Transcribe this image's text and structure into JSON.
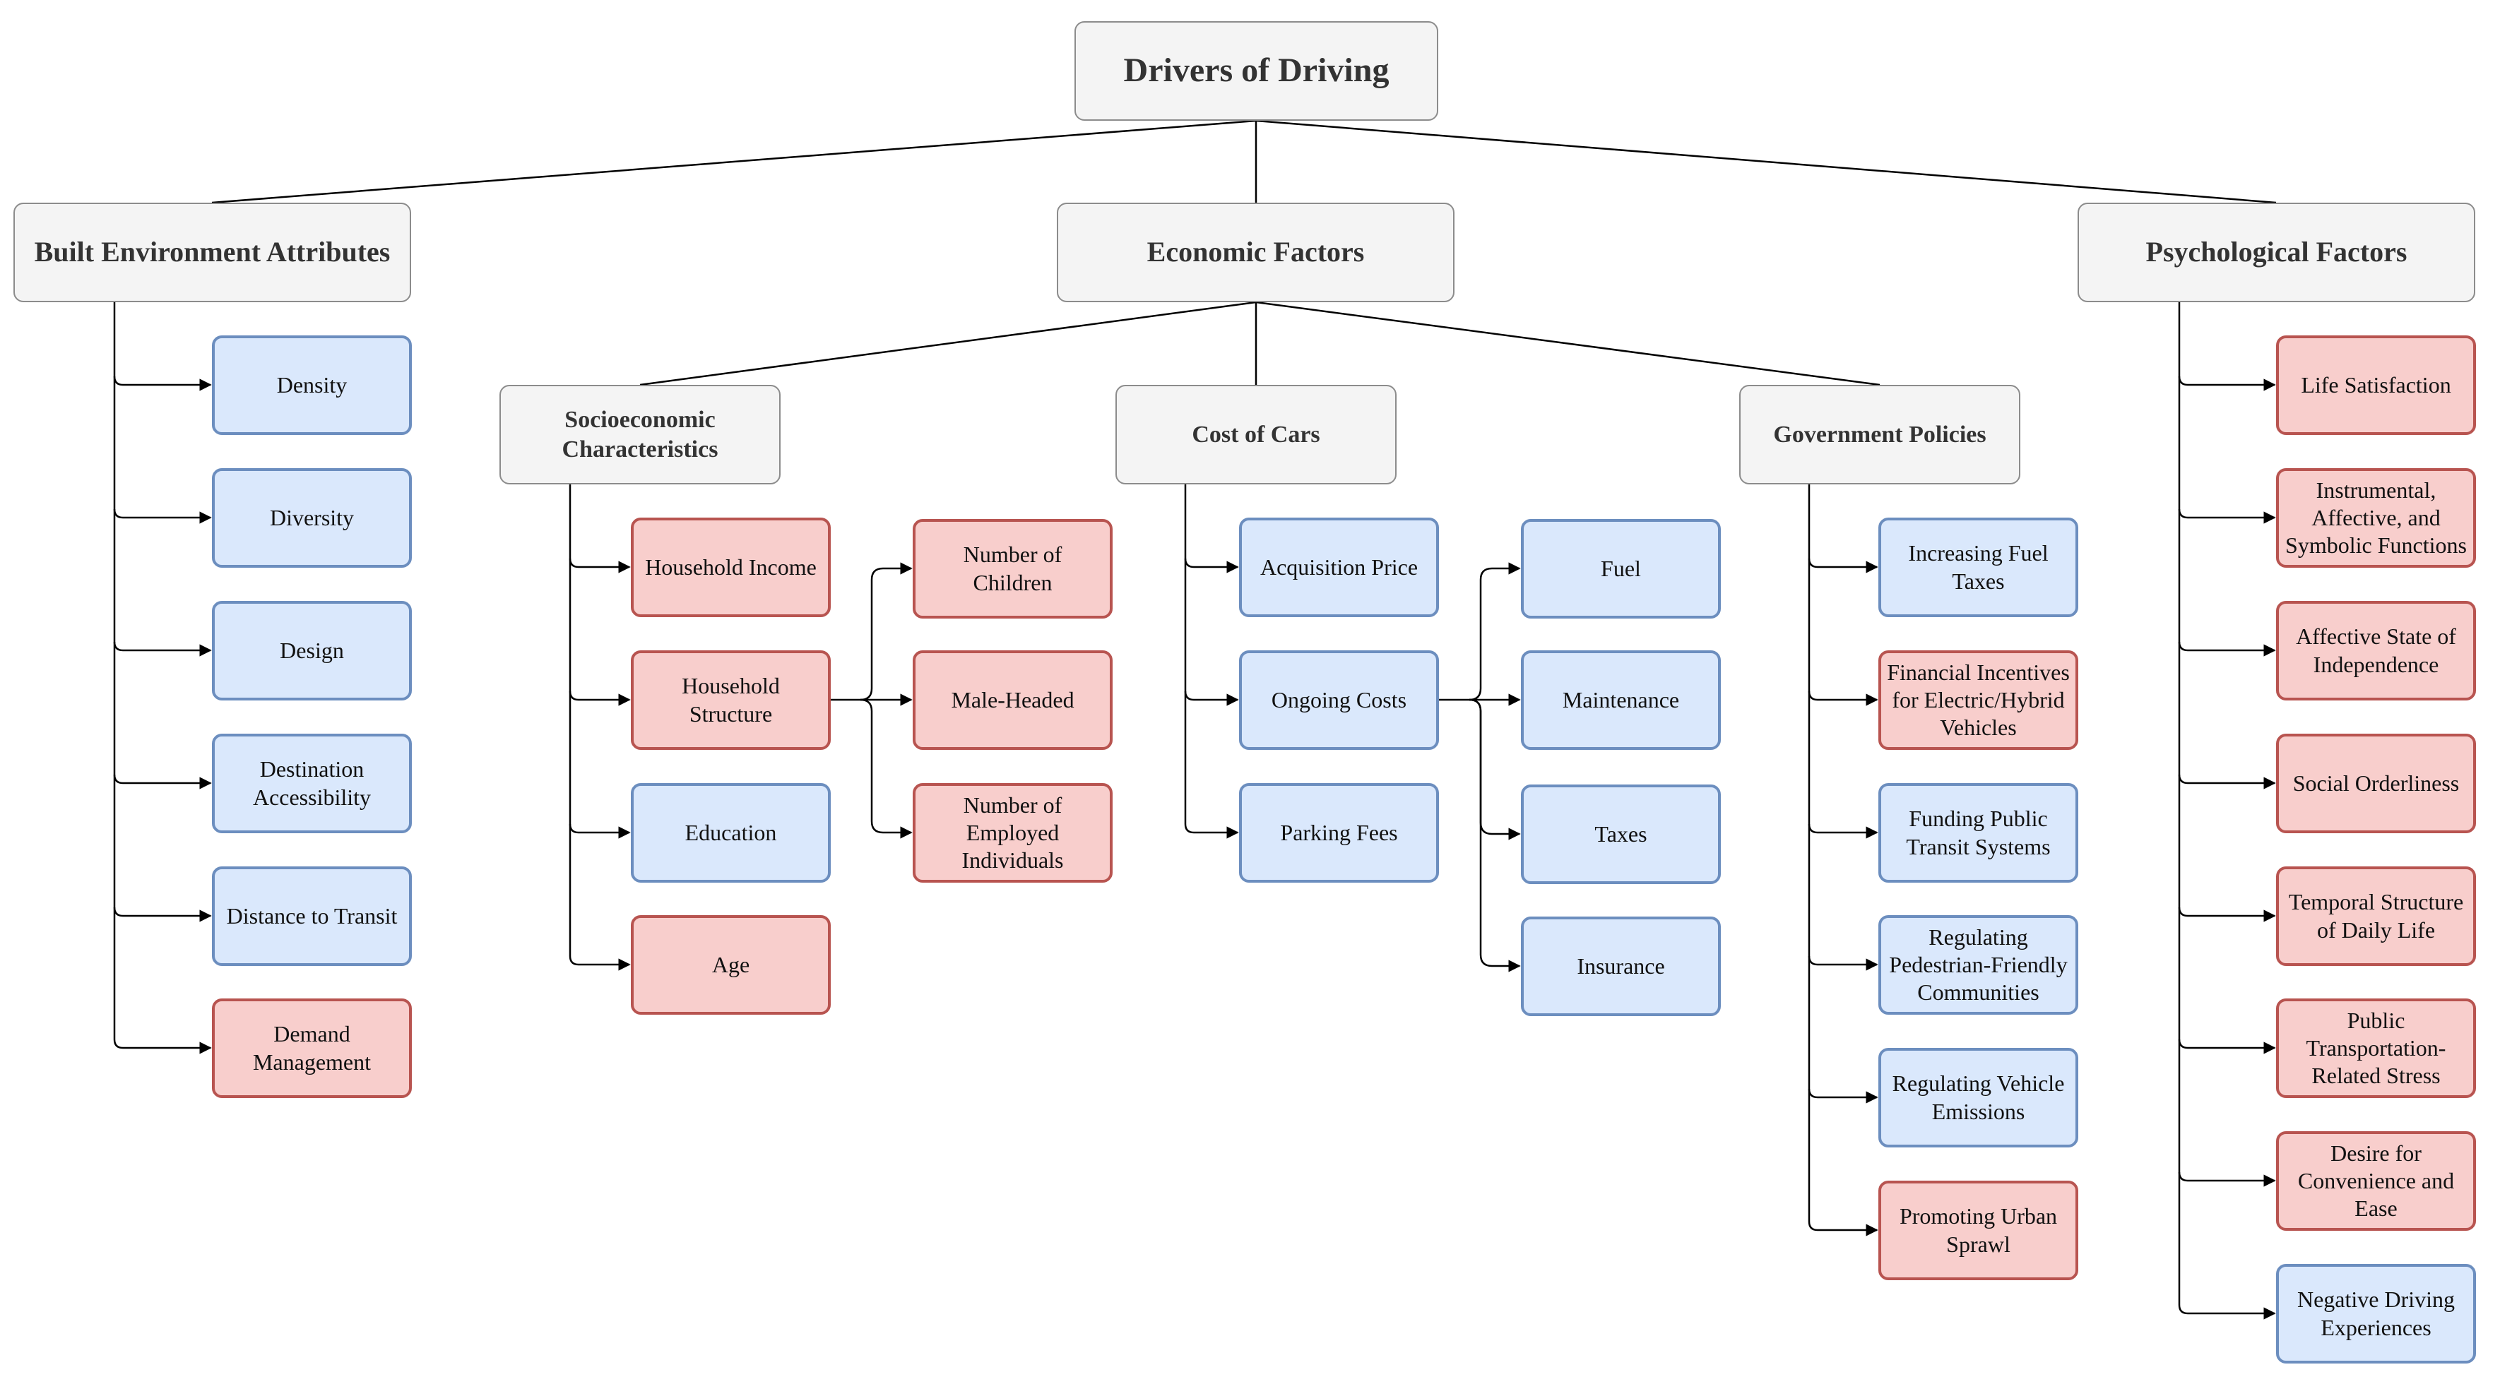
{
  "title": "Drivers of Driving",
  "categories": {
    "built_environment": {
      "label": "Built Environment Attributes",
      "items": [
        "Density",
        "Diversity",
        "Design",
        "Destination Accessibility",
        "Distance to Transit",
        "Demand Management"
      ]
    },
    "economic": {
      "label": "Economic Factors",
      "socioeconomic": {
        "label": "Socioeconomic Characteristics",
        "items": [
          "Household Income",
          "Household Structure",
          "Education",
          "Age"
        ],
        "household_structure_items": [
          "Number of Children",
          "Male-Headed",
          "Number of Employed Individuals"
        ]
      },
      "cost_of_cars": {
        "label": "Cost of Cars",
        "items": [
          "Acquisition Price",
          "Ongoing Costs",
          "Parking Fees"
        ],
        "ongoing_costs_items": [
          "Fuel",
          "Maintenance",
          "Taxes",
          "Insurance"
        ]
      },
      "government_policies": {
        "label": "Government Policies",
        "items": [
          "Increasing Fuel Taxes",
          "Financial Incentives for Electric/Hybrid Vehicles",
          "Funding Public Transit Systems",
          "Regulating Pedestrian-Friendly Communities",
          "Regulating Vehicle Emissions",
          "Promoting Urban Sprawl"
        ]
      }
    },
    "psychological": {
      "label": "Psychological Factors",
      "items": [
        "Life Satisfaction",
        "Instrumental, Affective, and Symbolic Functions",
        "Affective State of Independence",
        "Social Orderliness",
        "Temporal Structure of Daily Life",
        "Public Transportation-Related Stress",
        "Desire for Convenience and Ease",
        "Negative Driving Experiences"
      ]
    }
  },
  "colors": {
    "blue_fill": "#dae8fc",
    "blue_border": "#6c8ebf",
    "red_fill": "#f8cecc",
    "red_border": "#b85450",
    "gray_fill": "#f4f4f4",
    "gray_border": "#8c8c8c"
  }
}
